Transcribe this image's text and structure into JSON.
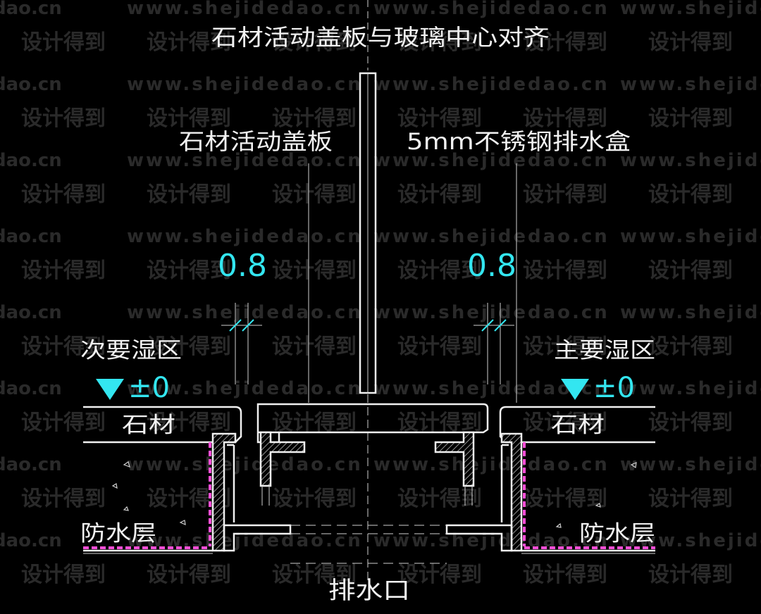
{
  "watermark": {
    "url": "www.shejidedao.cn",
    "url_short": "dao.cn",
    "text": "设计得到"
  },
  "labels": {
    "top_title": "石材活动盖板与玻璃中心对齐",
    "cover_label": "石材活动盖板",
    "box_label": "5mm不锈钢排水盒",
    "dim_left": "0.8",
    "dim_right": "0.8",
    "zone_left": "次要湿区",
    "zone_right": "主要湿区",
    "level_left": "±0",
    "level_right": "±0",
    "stone_left": "石材",
    "stone_right": "石材",
    "waterproof_left": "防水层",
    "waterproof_right": "防水层",
    "drain_outlet": "排水口"
  },
  "colors": {
    "background": "#000000",
    "line": "#f0f0f0",
    "accent": "#33e6f0",
    "waterproof": "#ff4fd8"
  }
}
